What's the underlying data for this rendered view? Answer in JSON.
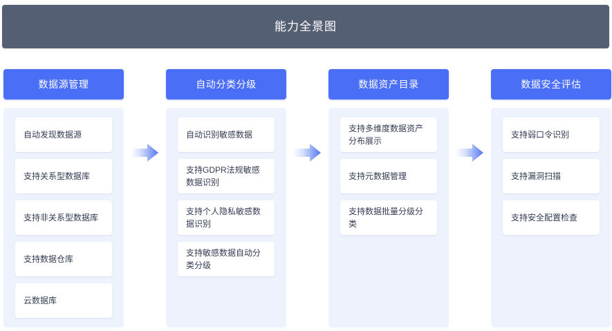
{
  "banner": {
    "title": "能力全景图",
    "bg_color": "#555f73",
    "text_color": "#ffffff"
  },
  "theme": {
    "accent": "#4a6ef5",
    "panel_bg": "#eef2fc",
    "card_bg": "#ffffff",
    "card_text": "#343c54",
    "page_bg": "#ffffff"
  },
  "arrows": [
    {
      "name": "flow-arrow-1",
      "direction": "right"
    },
    {
      "name": "flow-arrow-2",
      "direction": "right"
    },
    {
      "name": "flow-arrow-3",
      "direction": "right"
    }
  ],
  "columns": [
    {
      "header": "数据源管理",
      "items": [
        "自动发现数据源",
        "支持关系型数据库",
        "支持非关系型数据库",
        "支持数据仓库",
        "云数据库"
      ]
    },
    {
      "header": "自动分类分级",
      "items": [
        "自动识别敏感数据",
        "支持GDPR法规敏感数据识别",
        "支持个人隐私敏感数据识别",
        "支持敏感数据自动分类分级"
      ]
    },
    {
      "header": "数据资产目录",
      "items": [
        "支持多维度数据资产分布展示",
        "支持元数据管理",
        "支持数据批量分级分类"
      ]
    },
    {
      "header": "数据安全评估",
      "items": [
        "支持弱口令识别",
        "支持漏洞扫描",
        "支持安全配置检查"
      ]
    }
  ]
}
